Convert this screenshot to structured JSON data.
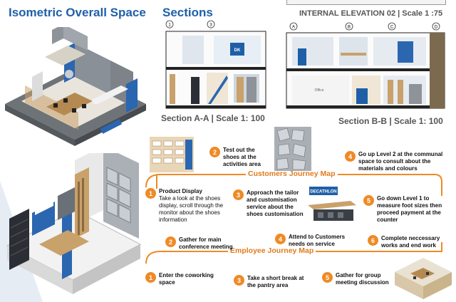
{
  "headings": {
    "iso": "Isometric Overall Space",
    "sections": "Sections"
  },
  "captions": {
    "int_elev": "INTERNAL ELEVATION 02 | Scale 1 :75",
    "section_aa": "Section A-A | Scale 1: 100",
    "section_bb": "Section B-B | Scale 1: 100"
  },
  "drawing_labels": {
    "grid_1": "1",
    "grid_3": "3",
    "grid_a": "A",
    "grid_b": "B",
    "grid_c": "C",
    "grid_d": "D",
    "brand": "DECATHLON"
  },
  "customers": {
    "title": "Customers Journey Map",
    "steps": [
      {
        "num": "1",
        "title": "Product Display",
        "text": "Take a look at the shoes display, scroll through the monitor about the shoes information"
      },
      {
        "num": "2",
        "text": "Test out the shoes at the activities area"
      },
      {
        "num": "3",
        "text": "Approach the tailor and customisation service about the shoes customisation"
      },
      {
        "num": "4",
        "text": "Go up Level 2 at the communal space to consult about the materials and colours"
      },
      {
        "num": "5",
        "text": "Go down Level 1 to measure foot sizes then proceed payment at the counter"
      }
    ]
  },
  "employees": {
    "title": "Employee Journey Map",
    "steps": [
      {
        "num": "1",
        "text": "Enter the coworking space"
      },
      {
        "num": "2",
        "text": "Gather for main conference meeting"
      },
      {
        "num": "3",
        "text": "Take a short break at the pantry area"
      },
      {
        "num": "4",
        "text": "Attend to Customers needs on service"
      },
      {
        "num": "5",
        "text": "Gather for group meeting discussion"
      },
      {
        "num": "6",
        "text": "Complete neccessary works and end work"
      }
    ]
  },
  "colors": {
    "heading_blue": "#1f5fa8",
    "journey_orange": "#ef8a25",
    "accent_blue": "#2b66b0",
    "wood": "#c9a16a"
  }
}
